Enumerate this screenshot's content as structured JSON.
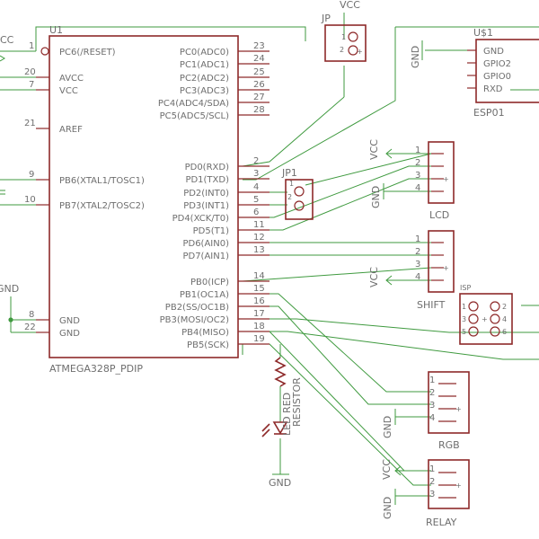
{
  "mcu": {
    "ref": "U1",
    "part": "ATMEGA328P_PDIP",
    "left_pins": [
      {
        "num": "1",
        "label": "PC6(/RESET)"
      },
      {
        "num": "20",
        "label": "AVCC"
      },
      {
        "num": "7",
        "label": "VCC"
      },
      {
        "num": "21",
        "label": "AREF"
      },
      {
        "num": "9",
        "label": "PB6(XTAL1/TOSC1)"
      },
      {
        "num": "10",
        "label": "PB7(XTAL2/TOSC2)"
      },
      {
        "num": "8",
        "label": "GND"
      },
      {
        "num": "22",
        "label": "GND"
      }
    ],
    "right_pins": [
      {
        "num": "23",
        "label": "PC0(ADC0)"
      },
      {
        "num": "24",
        "label": "PC1(ADC1)"
      },
      {
        "num": "25",
        "label": "PC2(ADC2)"
      },
      {
        "num": "26",
        "label": "PC3(ADC3)"
      },
      {
        "num": "27",
        "label": "PC4(ADC4/SDA)"
      },
      {
        "num": "28",
        "label": "PC5(ADC5/SCL)"
      },
      {
        "num": "2",
        "label": "PD0(RXD)"
      },
      {
        "num": "3",
        "label": "PD1(TXD)"
      },
      {
        "num": "4",
        "label": "PD2(INT0)"
      },
      {
        "num": "5",
        "label": "PD3(INT1)"
      },
      {
        "num": "6",
        "label": "PD4(XCK/T0)"
      },
      {
        "num": "11",
        "label": "PD5(T1)"
      },
      {
        "num": "12",
        "label": "PD6(AIN0)"
      },
      {
        "num": "13",
        "label": "PD7(AIN1)"
      },
      {
        "num": "14",
        "label": "PB0(ICP)"
      },
      {
        "num": "15",
        "label": "PB1(OC1A)"
      },
      {
        "num": "16",
        "label": "PB2(SS/OC1B)"
      },
      {
        "num": "17",
        "label": "PB3(MOSI/OC2)"
      },
      {
        "num": "18",
        "label": "PB4(MISO)"
      },
      {
        "num": "19",
        "label": "PB5(SCK)"
      }
    ]
  },
  "esp": {
    "ref": "U$1",
    "name": "ESP01",
    "pins": [
      "GND",
      "GPIO2",
      "GPIO0",
      "RXD"
    ]
  },
  "jp_top": {
    "ref": "JP",
    "pins": [
      "1",
      "2"
    ]
  },
  "jp1": {
    "ref": "JP1",
    "pins": [
      "1",
      "2"
    ]
  },
  "lcd": {
    "name": "LCD",
    "pins": [
      "1",
      "2",
      "3",
      "4"
    ]
  },
  "shift": {
    "name": "SHIFT",
    "pins": [
      "1",
      "2",
      "3",
      "4"
    ]
  },
  "isp": {
    "name": "ISP",
    "pins": [
      "1",
      "2",
      "3",
      "4",
      "5",
      "6"
    ]
  },
  "rgb": {
    "name": "RGB",
    "pins": [
      "1",
      "2",
      "3",
      "4"
    ]
  },
  "relay": {
    "name": "RELAY",
    "pins": [
      "1",
      "2",
      "3"
    ]
  },
  "resistor": {
    "name": "RESISTOR"
  },
  "led": {
    "name": "LED RED"
  },
  "nets": {
    "vcc": "VCC",
    "vcc_cut": "CC",
    "gnd": "GND"
  },
  "colors": {
    "wire": "#3f9a3f",
    "component": "#8e2a2a",
    "text": "#6e6e6e",
    "background": "#ffffff"
  }
}
